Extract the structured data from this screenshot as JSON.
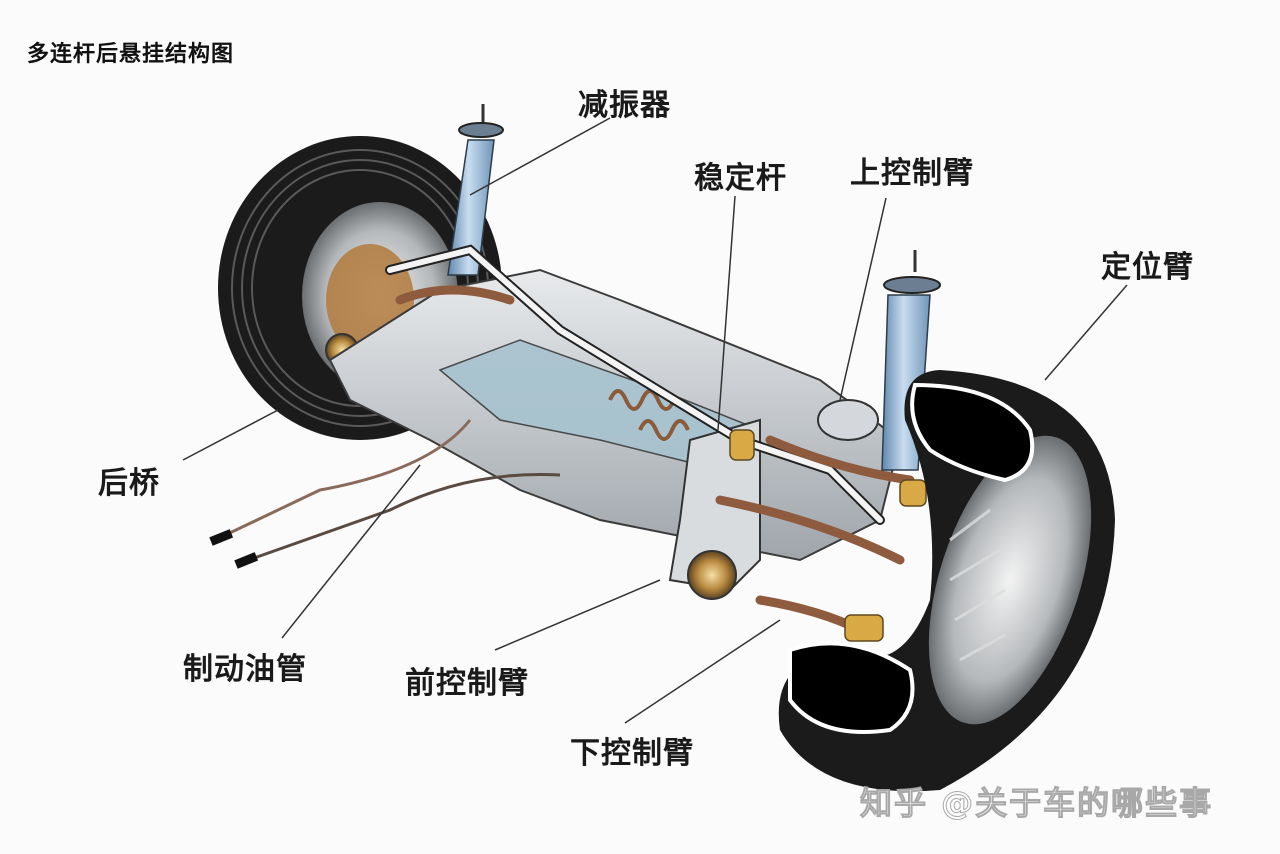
{
  "title": "多连杆后悬挂结构图",
  "labels": {
    "shock_absorber": "减振器",
    "stabilizer_bar": "稳定杆",
    "upper_control_arm": "上控制臂",
    "trailing_arm": "定位臂",
    "rear_axle": "后桥",
    "brake_line": "制动油管",
    "front_control_arm": "前控制臂",
    "lower_control_arm": "下控制臂"
  },
  "watermark": "知乎 @关于车的哪些事",
  "colors": {
    "background": "#fbfbfb",
    "tire": "#1b1b1b",
    "frame": "#c9cdd1",
    "shock": "#8fb4d6",
    "copper": "#a0694a",
    "brass": "#d6a64a",
    "leader": "#333333"
  }
}
